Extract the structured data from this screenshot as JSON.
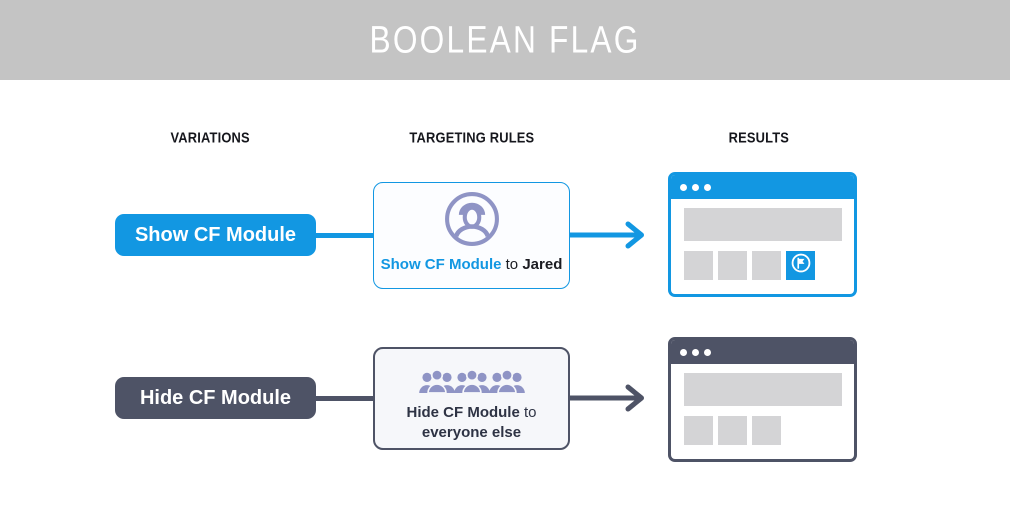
{
  "header": {
    "title": "BOOLEAN FLAG"
  },
  "columns": [
    {
      "label": "VARIATIONS"
    },
    {
      "label": "TARGETING RULES"
    },
    {
      "label": "RESULTS"
    }
  ],
  "colors": {
    "accent_blue": "#1297e2",
    "accent_dark": "#4e5366",
    "icon_purple": "#8f94c5",
    "banner_gray": "#c4c4c4",
    "placeholder_gray": "#d4d4d6"
  },
  "rows": [
    {
      "variation": {
        "label": "Show CF Module"
      },
      "rule": {
        "icon": "person-avatar-icon",
        "variation": "Show CF Module",
        "connector": " to ",
        "audience": "Jared"
      },
      "result": {
        "window_dots": 3,
        "placeholder_blocks": 3,
        "has_flag_module": true,
        "flag_icon": "circled-flag-icon"
      }
    },
    {
      "variation": {
        "label": "Hide CF Module"
      },
      "rule": {
        "icon": "crowd-icon",
        "variation": "Hide CF Module",
        "connector": " to ",
        "audience": "everyone else"
      },
      "result": {
        "window_dots": 3,
        "placeholder_blocks": 3,
        "has_flag_module": false
      }
    }
  ]
}
